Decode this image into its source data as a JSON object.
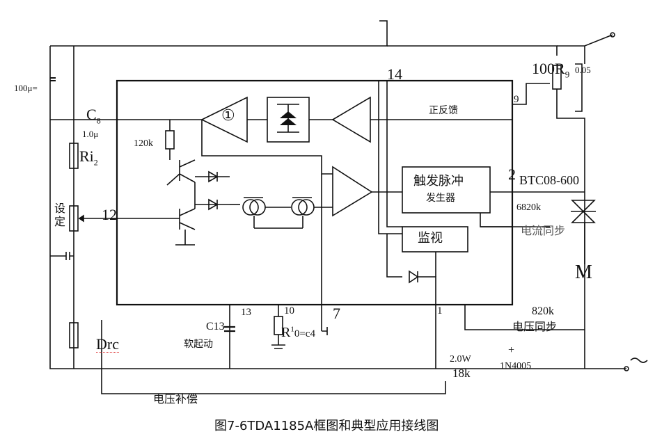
{
  "diagram": {
    "caption": "图7-6TDA1185A框图和典型应用接线图",
    "pins": {
      "p14": "14",
      "p9": "9",
      "p2": "2",
      "p12": "12",
      "p13": "13",
      "p10": "10",
      "p7": "7",
      "p1": "1"
    },
    "components": {
      "cap_100u": "100μ=",
      "c8": "C",
      "c8_sub": "8",
      "c8_val": "1.0μ",
      "ri2": "Ri",
      "ri2_sub": "2",
      "r120k": "120k",
      "setting": "设\n定",
      "r100": "100R",
      "r100_sub": "9",
      "r005": "0.05",
      "triac": "BTC08-600",
      "r6820k": "6820k",
      "motor": "M",
      "r820k": "820k",
      "c13": "C13",
      "r10": "R",
      "r10_sup": "1",
      "r10_rest": "0=c4",
      "drc": "Drc",
      "r18k_pw": "2.0W",
      "r18k": "18k",
      "diode": "1N4005",
      "plus": "+"
    },
    "blocks": {
      "pulse_trigger_l1": "触发脉冲",
      "pulse_trigger_l2": "发生器",
      "monitor": "监视",
      "circled_one": "①"
    },
    "labels": {
      "positive_feedback": "正反馈",
      "current_sync": "电流同步",
      "voltage_sync": "电压同步",
      "soft_start": "软起动",
      "voltage_comp": "电压补偿"
    }
  }
}
